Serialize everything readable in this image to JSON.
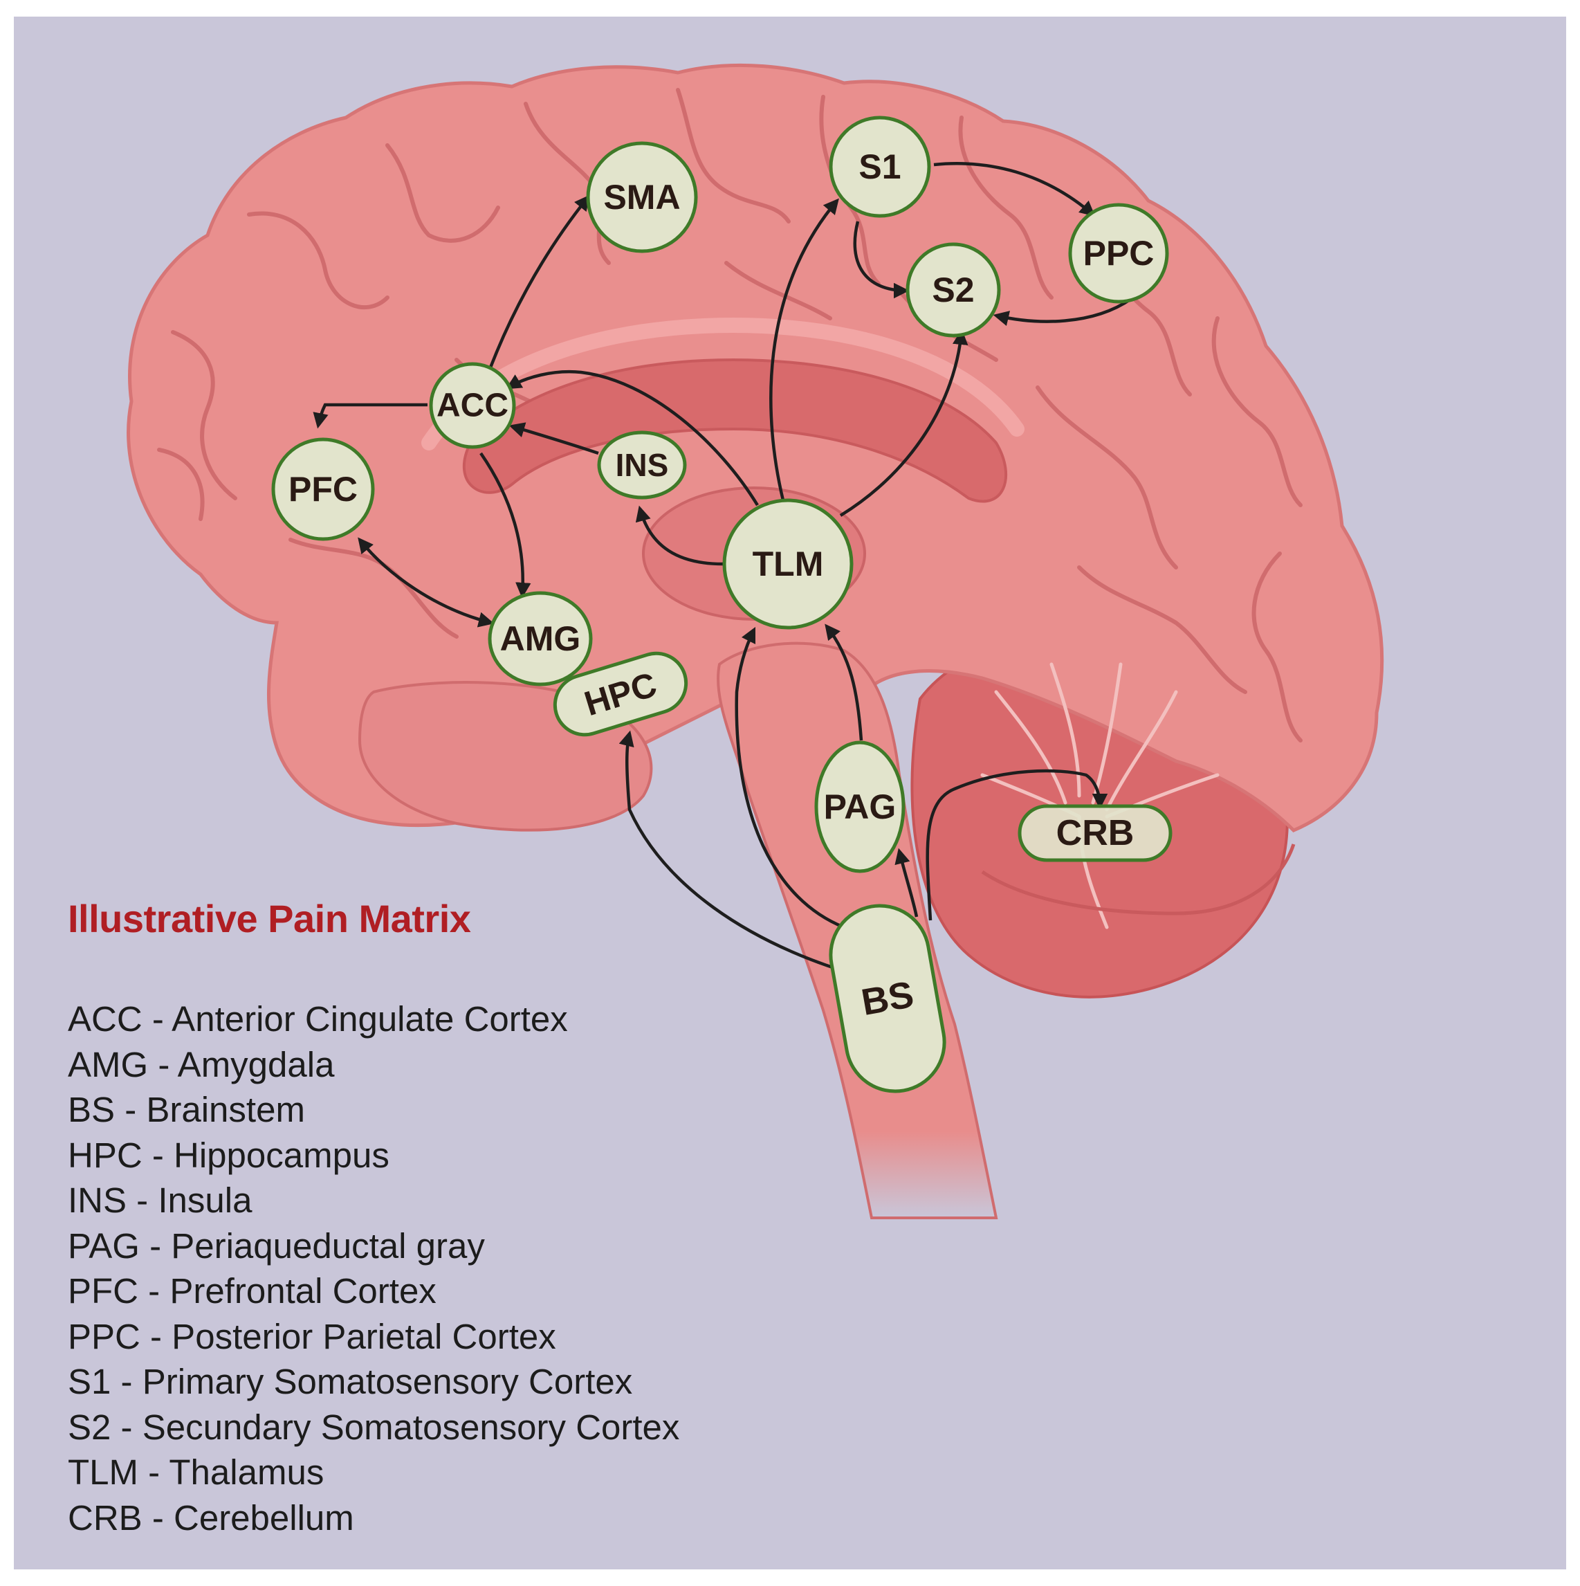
{
  "legend": {
    "title": "Illustrative Pain Matrix",
    "items": [
      "ACC - Anterior Cingulate Cortex",
      "AMG - Amygdala",
      "BS - Brainstem",
      "HPC - Hippocampus",
      "INS - Insula",
      "PAG - Periaqueductal gray",
      "PFC - Prefrontal Cortex",
      "PPC - Posterior Parietal Cortex",
      "S1 - Primary Somatosensory Cortex",
      "S2 - Secundary Somatosensory Cortex",
      "TLM - Thalamus",
      "CRB - Cerebellum"
    ]
  },
  "nodes": {
    "sma": "SMA",
    "s1": "S1",
    "ppc": "PPC",
    "s2": "S2",
    "acc": "ACC",
    "pfc": "PFC",
    "ins": "INS",
    "tlm": "TLM",
    "amg": "AMG",
    "hpc": "HPC",
    "pag": "PAG",
    "crb": "CRB",
    "bs": "BS"
  },
  "colors": {
    "background": "#c9c6d9",
    "brain": "#e98f8e",
    "node_fill": "#e2e4cc",
    "node_stroke": "#3f7a28",
    "arrow": "#1e1e1e",
    "title": "#b01e23"
  }
}
